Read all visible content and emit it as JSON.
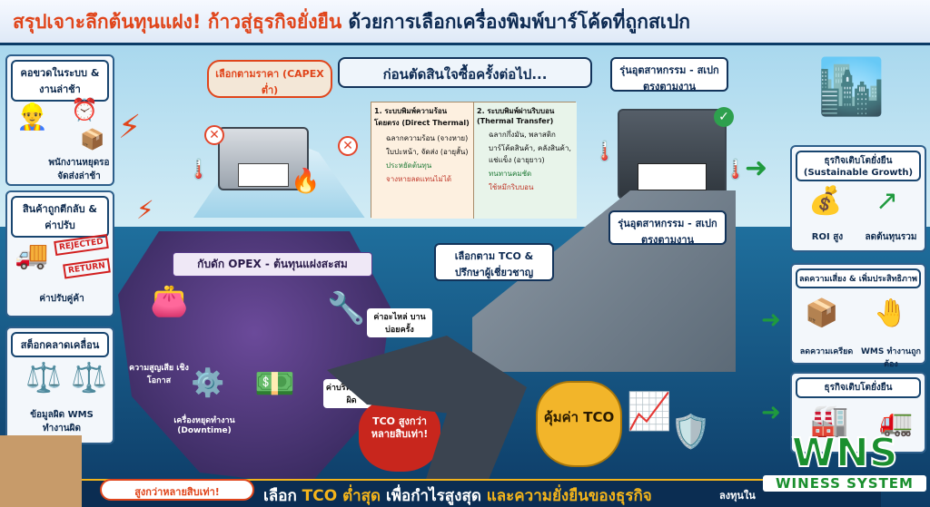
{
  "header": {
    "title_part1": "สรุปเจาะลึกต้นทุนแฝง! ก้าวสู่ธุรกิจยั่งยืน",
    "title_part2": "ด้วยการเลือกเครื่องพิมพ์บาร์โค้ดที่ถูกสเปก"
  },
  "left": {
    "panel1_title": "คอขวดในระบบ & งานล่าช้า",
    "panel1_caption": "พนักงานหยุดรอ จัดส่งล่าช้า",
    "panel2_title": "สินค้าถูกตีกลับ & ค่าปรับ",
    "stamp_rejected": "REJECTED",
    "stamp_return": "RETURN",
    "panel2_caption": "ค่าปรับคู่ค้า",
    "panel3_title": "สต็อกคลาดเคลื่อน",
    "panel3_caption": "ข้อมูลผิด WMS ทำงานผิด"
  },
  "callouts": {
    "capex": "เลือกตามราคา (CAPEX ต่ำ)",
    "before": "ก่อนตัดสินใจซื้อครั้งต่อไป...",
    "industrial_top": "รุ่นอุตสาหกรรม - สเปกตรงตามงาน",
    "industrial_bottom": "รุ่นอุตสาหกรรม - สเปกตรงตามงาน",
    "tco_choice": "เลือกตาม TCO & ปรึกษาผู้เชี่ยวชาญ",
    "opex_trap": "กับดัก OPEX - ต้นทุนแฝงสะสม"
  },
  "comparison": {
    "col1_title": "1. ระบบพิมพ์ความร้อนโดยตรง (Direct Thermal)",
    "col1_items": [
      "ฉลากความร้อน (จางหาย)",
      "ใบปะหน้า, จัดส่ง (อายุสั้น)",
      "ประหยัดต้นทุน",
      "จางหายลดแทนไม่ได้"
    ],
    "col2_title": "2. ระบบพิมพ์ผ่านริบบอน (Thermal Transfer)",
    "col2_items": [
      "ฉลากกึ่งมัน, พลาสติก",
      "บาร์โค้ดสินค้า, คลังสินค้า, แช่แข็ง (อายุยาว)",
      "ทนทานคมชัด",
      "ใช้หมึกริบบอน"
    ]
  },
  "iceberg": {
    "loss": "ความสูญเสีย เชิงโอกาส",
    "downtime": "เครื่องหยุดทำงาน (Downtime)",
    "parts": "ค่าอะไหล่ บานบ่อยครั้ง",
    "admin": "ค่าบริหาร งานผิด",
    "tco_bag": "TCO สูงกว่า หลายสิบเท่า!"
  },
  "value_bag": "คุ้มค่า TCO",
  "right": {
    "growth_title": "ธุรกิจเติบโตยั่งยืน (Sustainable Growth)",
    "roi": "ROI สูง",
    "cost_down": "ลดต้นทุนรวม",
    "risk_title": "ลดความเสี่ยง & เพิ่มประสิทธิภาพ",
    "stress": "ลดความเครียด",
    "wms": "WMS ทำงานถูกต้อง",
    "growth2": "ธุรกิจเติบโตยั่งยืน"
  },
  "bottom": {
    "left_tag": "สูงกว่าหลายสิบเท่า!",
    "m1": "เลือก",
    "m2": "TCO ต่ำสุด",
    "m3": "เพื่อกำไรสูงสุด",
    "m4": "และความยั่งยืนของธุรกิจ",
    "right_tag": "ลงทุนใน"
  },
  "logo": {
    "brand": "WNS",
    "name": "WINESS SYSTEM"
  },
  "colors": {
    "accent_orange": "#e0451b",
    "navy": "#0d2a52",
    "green": "#1f9a3e",
    "logo_green": "#1a8f2e"
  }
}
